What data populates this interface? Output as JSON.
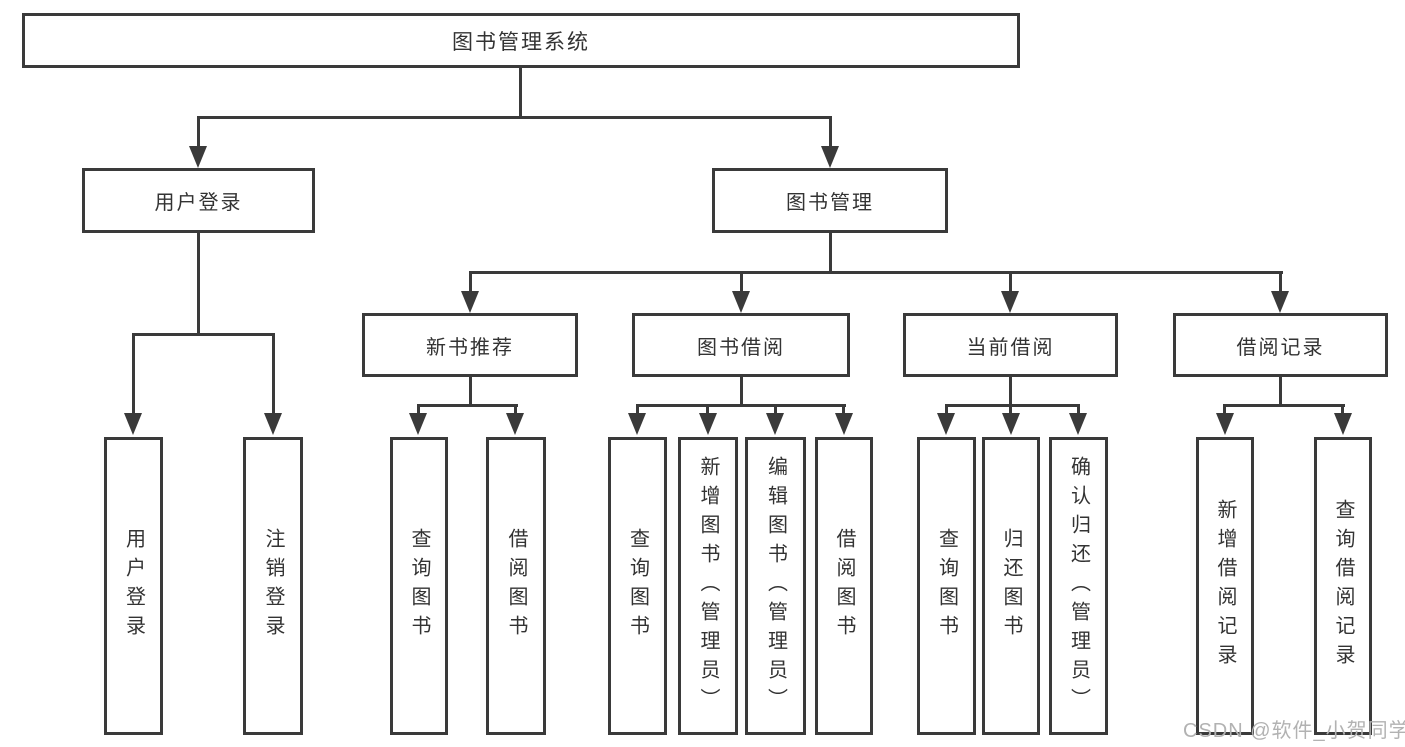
{
  "colors": {
    "line": "#3a3a3a",
    "text": "#333333",
    "watermark": "#b2b2b2",
    "background": "#ffffff"
  },
  "tree": {
    "label": "图书管理系统",
    "children": [
      {
        "label": "用户登录",
        "children": [
          {
            "label": "用户登录"
          },
          {
            "label": "注销登录"
          }
        ]
      },
      {
        "label": "图书管理",
        "children": [
          {
            "label": "新书推荐",
            "children": [
              {
                "label": "查询图书"
              },
              {
                "label": "借阅图书"
              }
            ]
          },
          {
            "label": "图书借阅",
            "children": [
              {
                "label": "查询图书"
              },
              {
                "label": "新增图书（管理员）"
              },
              {
                "label": "编辑图书（管理员）"
              },
              {
                "label": "借阅图书"
              }
            ]
          },
          {
            "label": "当前借阅",
            "children": [
              {
                "label": "查询图书"
              },
              {
                "label": "归还图书"
              },
              {
                "label": "确认归还（管理员）"
              }
            ]
          },
          {
            "label": "借阅记录",
            "children": [
              {
                "label": "新增借阅记录"
              },
              {
                "label": "查询借阅记录"
              }
            ]
          }
        ]
      }
    ]
  },
  "watermark": {
    "text": "CSDN @软件_小贺同学"
  }
}
